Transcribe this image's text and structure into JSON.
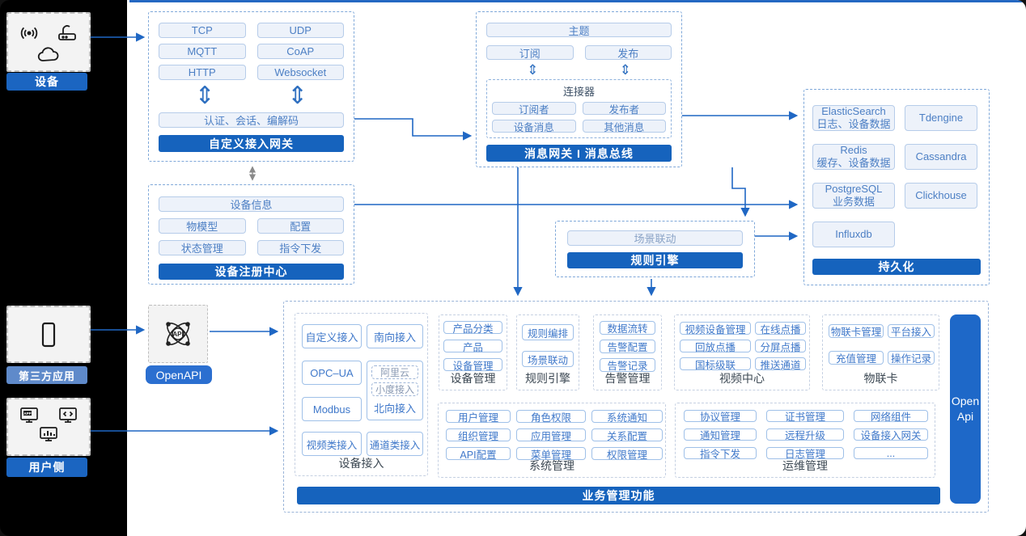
{
  "colors": {
    "accent": "#1663bd",
    "arrow": "#1f67c4",
    "badge_strong": "#1b65c1",
    "badge_soft": "#5f8aca",
    "item_text": "#4c7fc4"
  },
  "left_rail": {
    "device": {
      "label": "设备",
      "icons": [
        "signal-icon",
        "router-icon",
        "cloud-icon"
      ]
    },
    "third_party": {
      "label": "第三方应用",
      "icons": [
        "smartphone-icon"
      ]
    },
    "user_side": {
      "label": "用户侧",
      "icons": [
        "app-window-icon",
        "code-window-icon",
        "chart-window-icon"
      ]
    }
  },
  "access_gateway": {
    "title": "自定义接入网关",
    "protocols": [
      "TCP",
      "UDP",
      "MQTT",
      "CoAP",
      "HTTP",
      "Websocket"
    ],
    "auth_bar": "认证、会话、编解码"
  },
  "message_bus": {
    "title": "消息网关 I 消息总线",
    "topic": "主题",
    "subscribe": "订阅",
    "publish": "发布",
    "connector": {
      "title": "连接器",
      "items": [
        "订阅者",
        "发布者",
        "设备消息",
        "其他消息"
      ]
    }
  },
  "persistence": {
    "title": "持久化",
    "es": {
      "name": "ElasticSearch",
      "desc": "日志、设备数据"
    },
    "tdengine": {
      "name": "Tdengine"
    },
    "redis": {
      "name": "Redis",
      "desc": "缓存、设备数据"
    },
    "cassandra": {
      "name": "Cassandra"
    },
    "postgresql": {
      "name": "PostgreSQL",
      "desc": "业务数据"
    },
    "clickhouse": {
      "name": "Clickhouse"
    },
    "influxdb": {
      "name": "Influxdb"
    }
  },
  "device_registry": {
    "title": "设备注册中心",
    "info": "设备信息",
    "items": [
      "物模型",
      "配置",
      "状态管理",
      "指令下发"
    ]
  },
  "rule_engine_mid": {
    "title": "规则引擎",
    "scene": "场景联动"
  },
  "openapi": {
    "label": "OpenAPI",
    "icon": "api-atom-icon"
  },
  "business": {
    "banner": "业务管理功能",
    "open_api": {
      "line1": "Open",
      "line2": "Api"
    },
    "device_access": {
      "label": "设备接入",
      "custom": "自定义接入",
      "south": "南向接入",
      "opcua": "OPC–UA",
      "aliyun": "阿里云",
      "xiaodu": "小度接入",
      "north": "北向接入",
      "modbus": "Modbus",
      "video": "视频类接入",
      "channel": "通道类接入"
    },
    "device_mgmt": {
      "label": "设备管理",
      "items": [
        "产品分类",
        "产品",
        "设备管理"
      ]
    },
    "rule_engine": {
      "label": "规则引擎",
      "items": [
        "规则编排",
        "场景联动"
      ]
    },
    "alarm": {
      "label": "告警管理",
      "items": [
        "数据流转",
        "告警配置",
        "告警记录"
      ]
    },
    "video_center": {
      "label": "视频中心",
      "items": [
        "视频设备管理",
        "在线点播",
        "回放点播",
        "分屏点播",
        "国标级联",
        "推送通道"
      ]
    },
    "iot_card": {
      "label": "物联卡",
      "items": [
        "物联卡管理",
        "平台接入",
        "充值管理",
        "操作记录"
      ]
    },
    "system_mgmt": {
      "label": "系统管理",
      "items": [
        "用户管理",
        "角色权限",
        "系统通知",
        "组织管理",
        "应用管理",
        "关系配置",
        "API配置",
        "菜单管理",
        "权限管理"
      ]
    },
    "ops_mgmt": {
      "label": "运维管理",
      "items": [
        "协议管理",
        "证书管理",
        "网络组件",
        "通知管理",
        "远程升级",
        "设备接入网关",
        "指令下发",
        "日志管理",
        "..."
      ]
    }
  }
}
